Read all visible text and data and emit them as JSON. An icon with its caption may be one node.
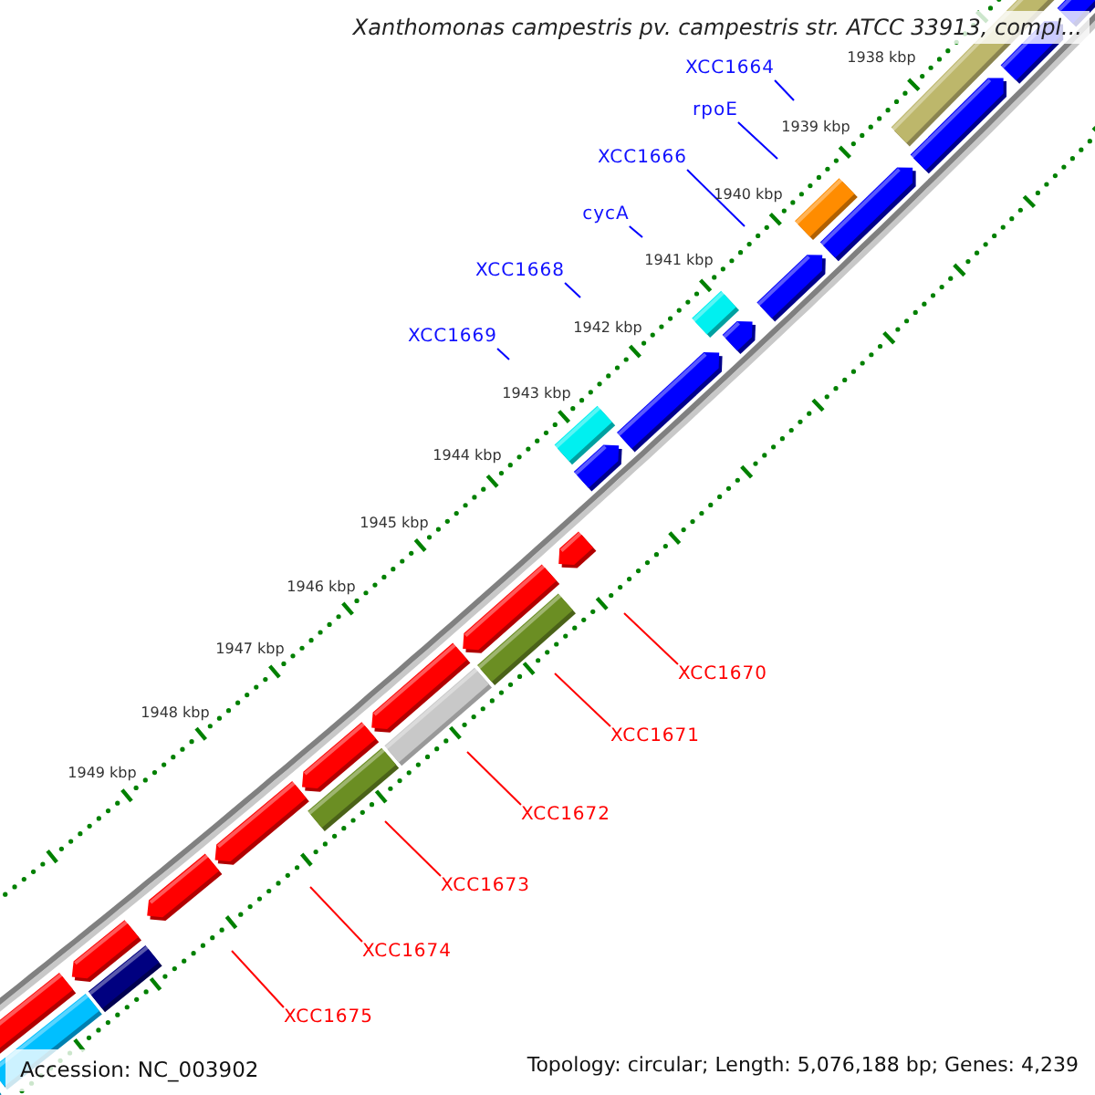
{
  "diagram": {
    "title": "Xanthomonas campestris pv. campestris str. ATCC 33913, compl...",
    "nodes": [
      {
        "text": [
          "XCC1664"
        ]
      },
      {
        "text": [
          "rpoE"
        ]
      },
      {
        "text": [
          "XCC1666"
        ]
      },
      {
        "text": [
          "cycA"
        ]
      },
      {
        "text": [
          "XCC1668"
        ]
      },
      {
        "text": [
          "XCC1669"
        ]
      },
      {
        "text": [
          "XCC1670"
        ]
      },
      {
        "text": [
          "XCC1671"
        ]
      },
      {
        "text": [
          "XCC1672"
        ]
      },
      {
        "text": [
          "XCC1673"
        ]
      },
      {
        "text": [
          "XCC1674"
        ]
      },
      {
        "text": [
          "XCC1675"
        ]
      }
    ],
    "edges": [
      {
        "from": 0,
        "to": null,
        "arrow": "none",
        "color": "#0000ff"
      },
      {
        "from": 1,
        "to": null,
        "arrow": "none",
        "color": "#0000ff"
      },
      {
        "from": 2,
        "to": null,
        "arrow": "none",
        "color": "#0000ff"
      },
      {
        "from": 3,
        "to": null,
        "arrow": "none",
        "color": "#0000ff"
      },
      {
        "from": 4,
        "to": null,
        "arrow": "none",
        "color": "#0000ff"
      },
      {
        "from": 5,
        "to": null,
        "arrow": "none",
        "color": "#0000ff"
      },
      {
        "from": 6,
        "to": null,
        "arrow": "none",
        "color": "#ff0000"
      },
      {
        "from": 7,
        "to": null,
        "arrow": "none",
        "color": "#ff0000"
      },
      {
        "from": 8,
        "to": null,
        "arrow": "none",
        "color": "#ff0000"
      },
      {
        "from": 9,
        "to": null,
        "arrow": "none",
        "color": "#ff0000"
      },
      {
        "from": 10,
        "to": null,
        "arrow": "none",
        "color": "#ff0000"
      },
      {
        "from": 11,
        "to": null,
        "arrow": "none",
        "color": "#ff0000"
      }
    ],
    "labels": [
      "1938 kbp",
      "1939 kbp",
      "1940 kbp",
      "1941 kbp",
      "1942 kbp",
      "1943 kbp",
      "1944 kbp",
      "1945 kbp",
      "1946 kbp",
      "1947 kbp",
      "1948 kbp",
      "1949 kbp",
      "Accession: NC_003902",
      "Topology: circular; Length: 5,076,188 bp; Genes: 4,239"
    ]
  }
}
